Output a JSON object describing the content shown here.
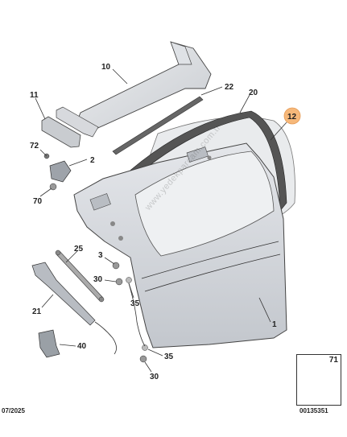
{
  "callouts": [
    {
      "id": "lbl-10",
      "text": "10"
    },
    {
      "id": "lbl-22",
      "text": "22"
    },
    {
      "id": "lbl-20",
      "text": "20"
    },
    {
      "id": "lbl-11",
      "text": "11"
    },
    {
      "id": "lbl-12",
      "text": "12"
    },
    {
      "id": "lbl-72",
      "text": "72"
    },
    {
      "id": "lbl-2",
      "text": "2"
    },
    {
      "id": "lbl-70",
      "text": "70"
    },
    {
      "id": "lbl-25",
      "text": "25"
    },
    {
      "id": "lbl-3",
      "text": "3"
    },
    {
      "id": "lbl-30a",
      "text": "30"
    },
    {
      "id": "lbl-35a",
      "text": "35"
    },
    {
      "id": "lbl-21",
      "text": "21"
    },
    {
      "id": "lbl-1",
      "text": "1"
    },
    {
      "id": "lbl-40",
      "text": "40"
    },
    {
      "id": "lbl-35b",
      "text": "35"
    },
    {
      "id": "lbl-30b",
      "text": "30"
    },
    {
      "id": "lbl-71",
      "text": "71"
    }
  ],
  "highlight": {
    "label": "12",
    "color": "#f6b87a"
  },
  "watermark": "www.yedekparcam.com.tr",
  "footer": {
    "date": "07/2025",
    "code": "00135351"
  },
  "colors": {
    "part_fill": "#d9dbdf",
    "part_stroke": "#444444",
    "glass": "#e6e8ea"
  }
}
